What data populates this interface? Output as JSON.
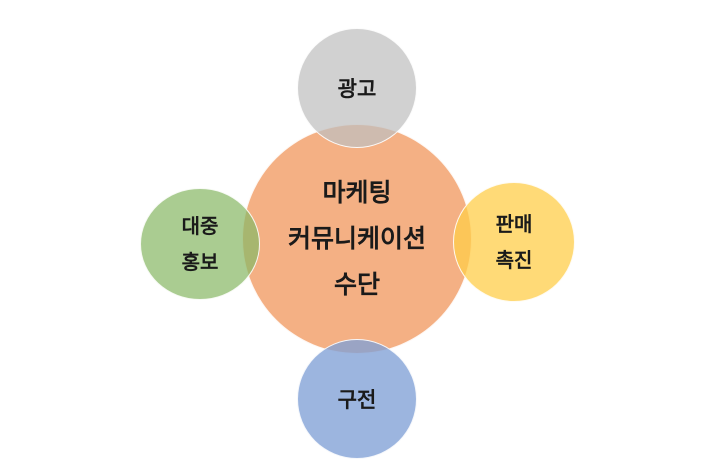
{
  "diagram": {
    "center": {
      "label": "마케팅\n커뮤니케이션\n수단",
      "color": "#F4B084"
    },
    "top": {
      "label": "광고",
      "color": "#BFBFBF"
    },
    "left": {
      "label": "대중\n홍보",
      "color": "#A9D18E"
    },
    "right": {
      "label": "판매\n촉진",
      "color": "#FFD966"
    },
    "bottom": {
      "label": "구전",
      "color": "#8FAADC"
    }
  }
}
